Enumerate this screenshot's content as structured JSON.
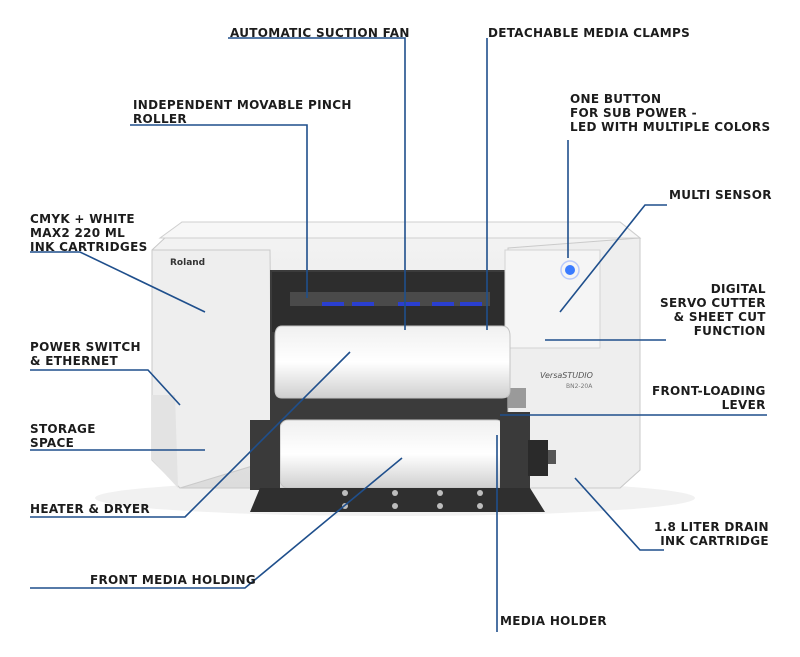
{
  "brand": "Roland",
  "model_name": "VersaSTUDIO",
  "model_number": "BN2-20A",
  "callouts": {
    "suction_fan": "AUTOMATIC SUCTION FAN",
    "media_clamps": "DETACHABLE MEDIA CLAMPS",
    "pinch_roller": "INDEPENDENT MOVABLE PINCH\nROLLER",
    "sub_power": "ONE BUTTON\nFOR SUB POWER -\nLED WITH MULTIPLE COLORS",
    "ink_cartridges": "CMYK + WHITE\nMAX2 220 ML\nINK CARTRIDGES",
    "multi_sensor": "MULTI SENSOR",
    "servo_cutter": "DIGITAL\nSERVO CUTTER\n& SHEET CUT\nFUNCTION",
    "power_switch": "POWER SWITCH\n& ETHERNET",
    "storage": "STORAGE\nSPACE",
    "front_loading": "FRONT-LOADING\nLEVER",
    "heater": "HEATER & DRYER",
    "drain": "1.8 LITER DRAIN\nINK CARTRIDGE",
    "front_media": "FRONT MEDIA HOLDING",
    "media_holder": "MEDIA HOLDER"
  },
  "colors": {
    "callout_line": "#1f4f8c",
    "body": "#ebebeb",
    "led": "#3a7bff",
    "ink_slot": "#2a3fd0"
  }
}
